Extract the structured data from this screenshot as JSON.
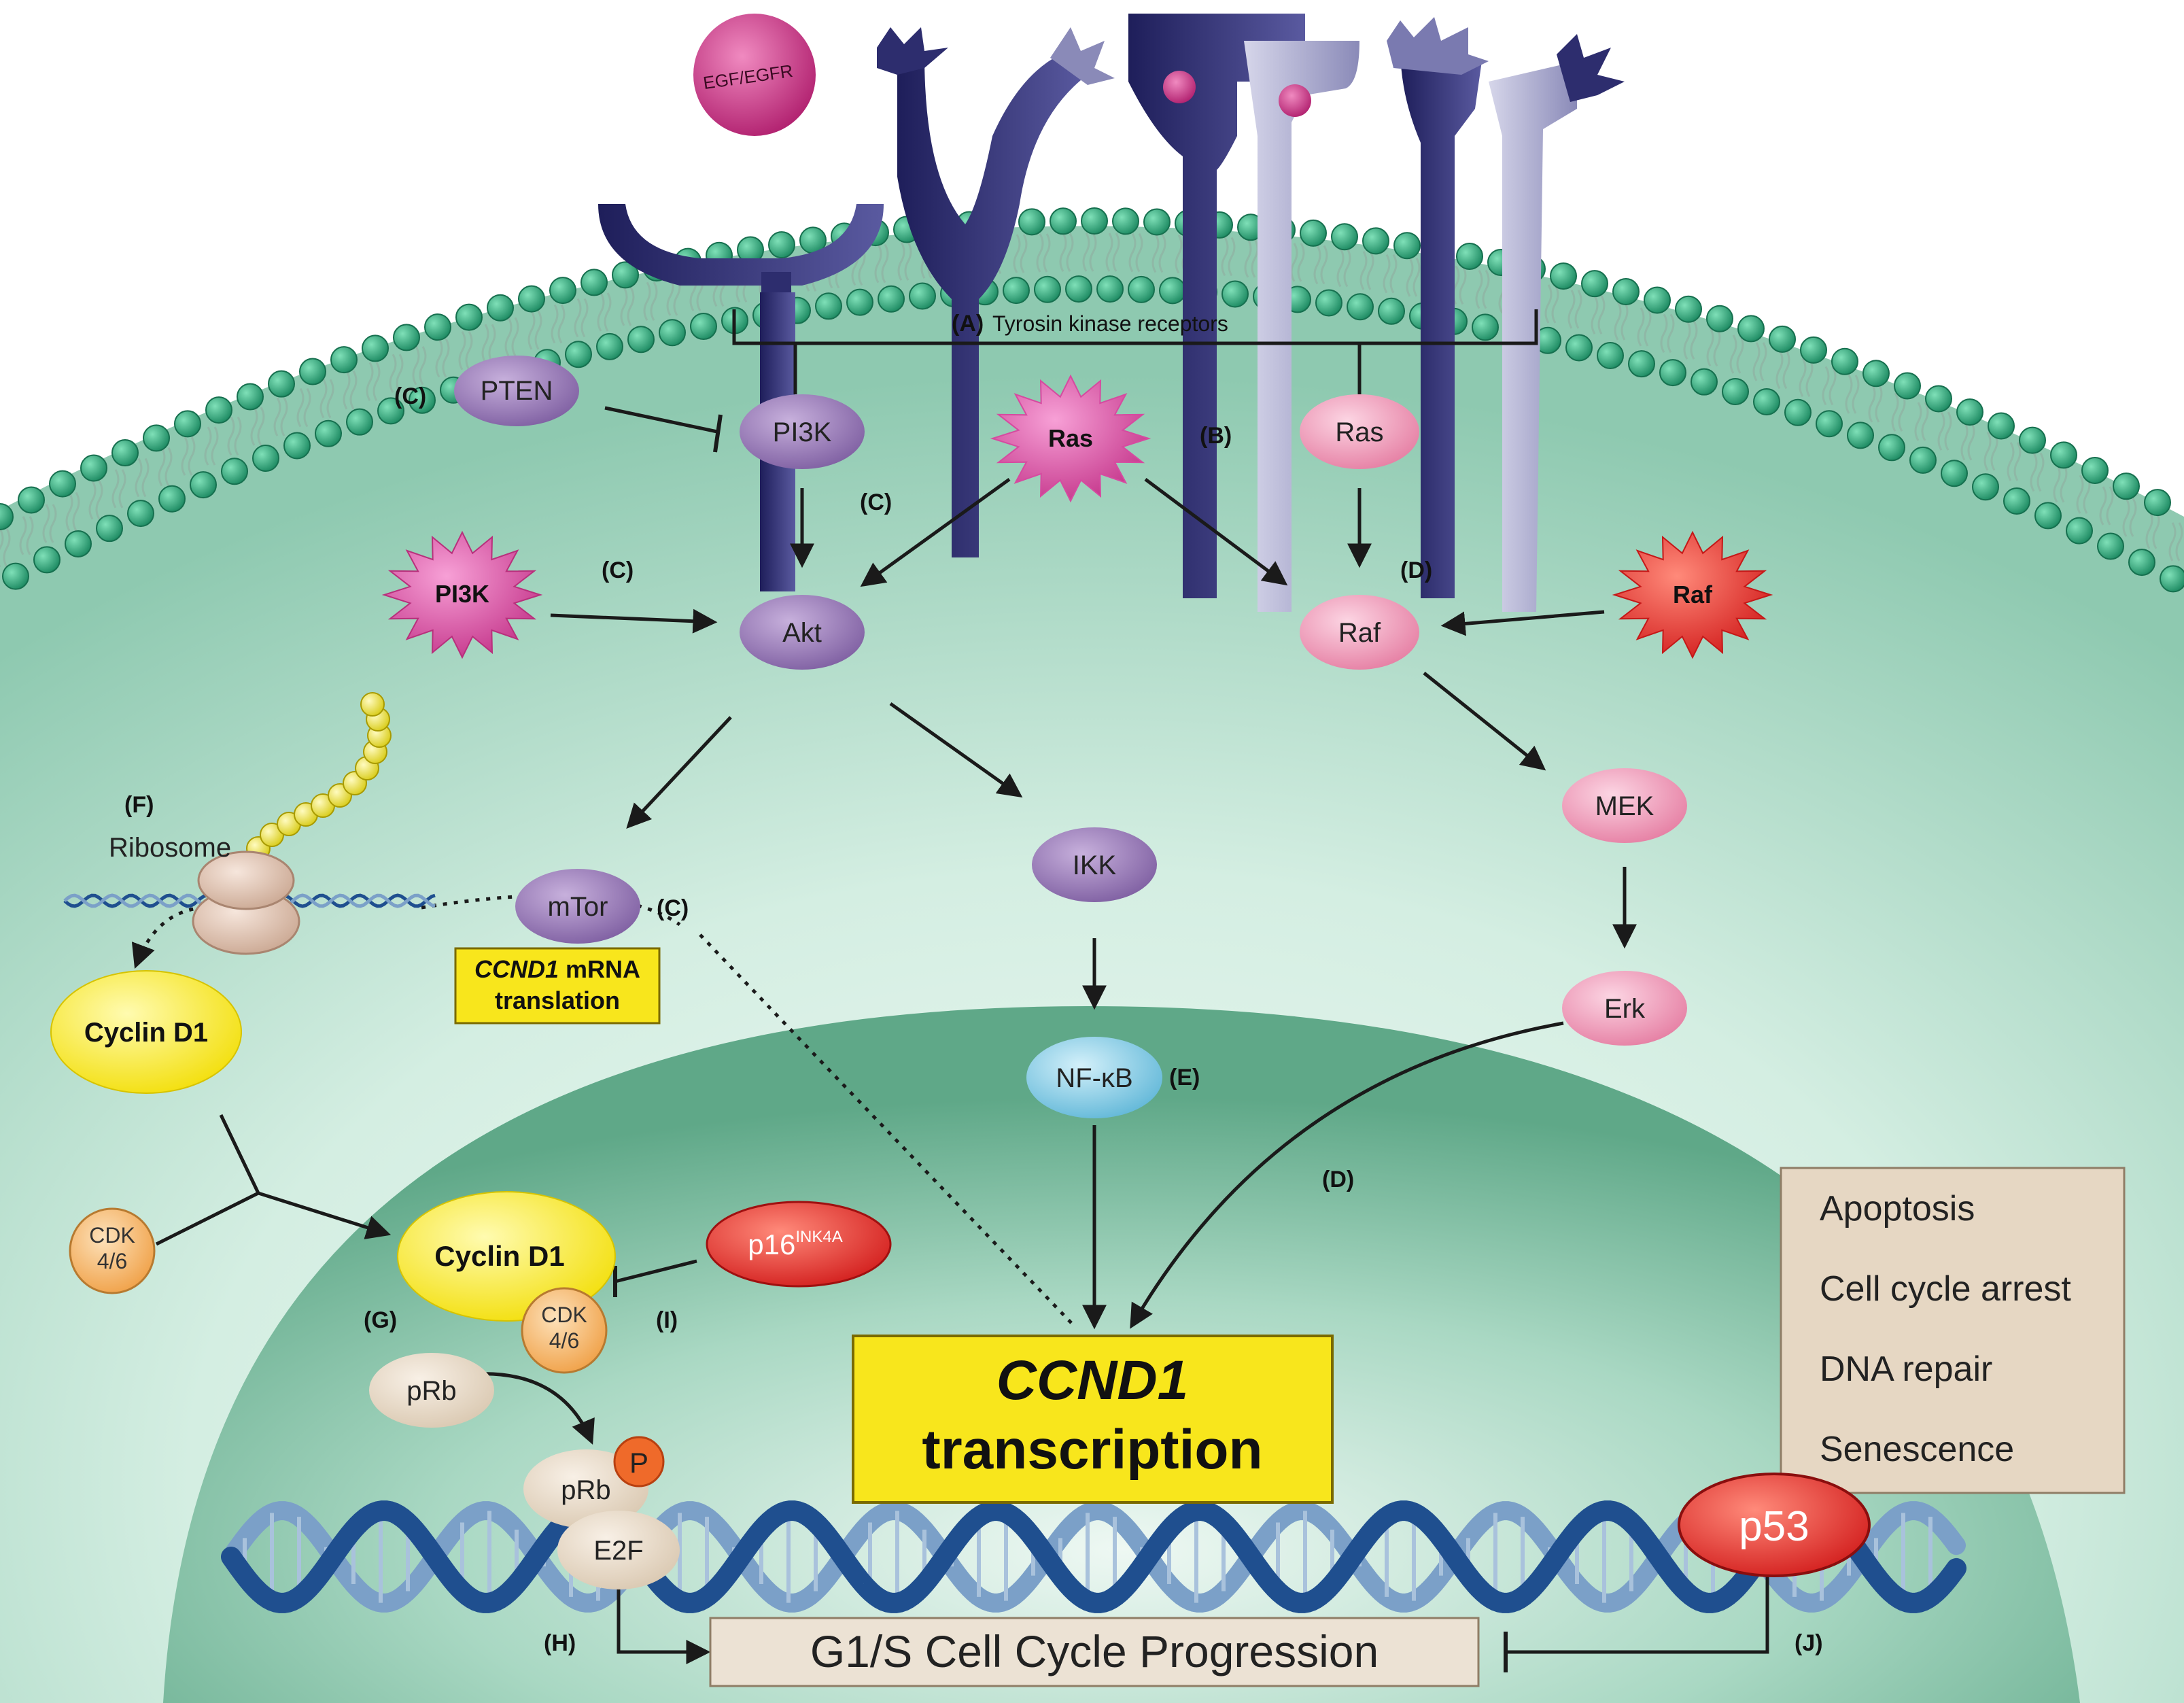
{
  "colors": {
    "cell_fill": "#a8d9c4",
    "nucleus_fill": "#6fb59a",
    "membrane_head": "#2ea37a",
    "purple": "#9a7ab8",
    "pink": "#f4a9c4",
    "magenta": "#d0458f",
    "red": "#e32a2a",
    "yellow": "#f7e600",
    "orange": "#f7b96a",
    "beige": "#eadbc8",
    "blue_node": "#8fd0e8",
    "receptor_dark": "#2d2d6e",
    "dna_dark": "#1f4f8f",
    "dna_light": "#7ba0c8"
  },
  "receptors": {
    "egf_label": "EGF/EGFR",
    "caption_tag": "(A)",
    "caption": "Tyrosin kinase receptors"
  },
  "nodes": {
    "pten": "PTEN",
    "pi3k": "PI3K",
    "ras_star": "Ras",
    "ras": "Ras",
    "pi3k_star": "PI3K",
    "akt": "Akt",
    "raf": "Raf",
    "raf_star": "Raf",
    "mek": "MEK",
    "mtor": "mTor",
    "ikk": "IKK",
    "erk": "Erk",
    "nfkb": "NF-κB",
    "ribosome": "Ribosome",
    "cyclin_d1_cyto": "Cyclin D1",
    "cdk_free_line1": "CDK",
    "cdk_free_line2": "4/6",
    "cyclin_d1_nuc": "Cyclin D1",
    "cdk_bound_line1": "CDK",
    "cdk_bound_line2": "4/6",
    "p16_main": "p16",
    "p16_sup": "INK4A",
    "prb": "pRb",
    "prb_p": "pRb",
    "phospho": "P",
    "e2f": "E2F",
    "p53": "p53"
  },
  "boxes": {
    "mrna_italic": "CCND1",
    "mrna_rest": " mRNA",
    "mrna_line2": "translation",
    "transcription_italic": "CCND1",
    "transcription_line2": "transcription",
    "g1s": "G1/S Cell Cycle Progression",
    "outcomes": [
      "Apoptosis",
      "Cell cycle arrest",
      "DNA repair",
      "Senescence"
    ]
  },
  "labels": {
    "c_pten": "(C)",
    "b": "(B)",
    "c_akt": "(C)",
    "c_pi3k": "(C)",
    "d_raf": "(D)",
    "f": "(F)",
    "c_mtor": "(C)",
    "e": "(E)",
    "d_nuc": "(D)",
    "g": "(G)",
    "i": "(I)",
    "h": "(H)",
    "j": "(J)"
  }
}
